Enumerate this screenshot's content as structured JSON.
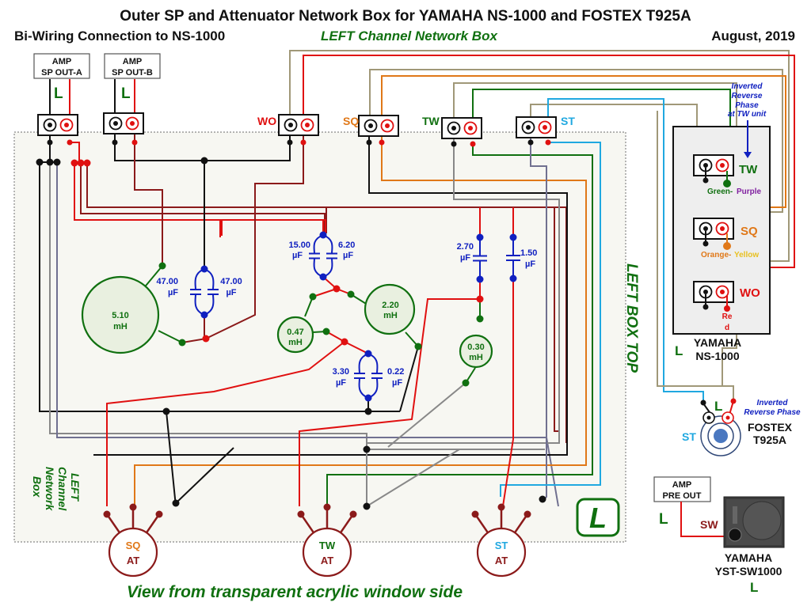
{
  "header": {
    "title": "Outer SP and Attenuator Network Box for YAMAHA NS-1000 and FOSTEX T925A",
    "subtitle_left": "Bi-Wiring Connection to NS-1000",
    "subtitle_center": "LEFT Channel Network Box",
    "date": "August, 2019"
  },
  "colors": {
    "black": "#111111",
    "red": "#e01010",
    "dark_red": "#8b1a1a",
    "green": "#107010",
    "orange": "#e07818",
    "cyan": "#20a8e0",
    "blue": "#1020c0",
    "tan": "#a09878",
    "gray": "#888888",
    "slate": "#707090",
    "purple": "#8020a0",
    "yellow": "#e8c020",
    "box_fill": "#f7f7f2",
    "coil_fill": "#e9f0e0",
    "speaker_panel": "#eeeeee"
  },
  "amps": {
    "a": {
      "line1": "AMP",
      "line2": "SP OUT-A",
      "channel": "L"
    },
    "b": {
      "line1": "AMP",
      "line2": "SP OUT-B",
      "channel": "L"
    },
    "pre": {
      "line1": "AMP",
      "line2": "PRE OUT",
      "channel": "L"
    }
  },
  "terminals": {
    "wo": "WO",
    "sq": "SQ",
    "tw": "TW",
    "st": "ST"
  },
  "components": {
    "l1": {
      "value": "5.10",
      "unit": "mH"
    },
    "c1": {
      "value": "47.00",
      "unit": "µF"
    },
    "c2": {
      "value": "47.00",
      "unit": "µF"
    },
    "c3": {
      "value": "15.00",
      "unit": "µF"
    },
    "c4": {
      "value": "6.20",
      "unit": "µF"
    },
    "l2": {
      "value": "2.20",
      "unit": "mH"
    },
    "l3": {
      "value": "0.47",
      "unit": "mH"
    },
    "c5": {
      "value": "3.30",
      "unit": "µF"
    },
    "c6": {
      "value": "0.22",
      "unit": "µF"
    },
    "c7": {
      "value": "2.70",
      "unit": "µF"
    },
    "c8": {
      "value": "1.50",
      "unit": "µF"
    },
    "l4": {
      "value": "0.30",
      "unit": "mH"
    }
  },
  "attenuators": [
    {
      "top": "SQ",
      "bottom": "AT"
    },
    {
      "top": "TW",
      "bottom": "AT"
    },
    {
      "top": "ST",
      "bottom": "AT"
    }
  ],
  "ns1000": {
    "note_line1": "Inverted",
    "note_line2": "Reverse",
    "note_line3": "Phase",
    "note_line4": "at TW unit",
    "tw_label": "TW",
    "tw_wire_a": "Green-",
    "tw_wire_b": "Purple",
    "sq_label": "SQ",
    "sq_wire_a": "Orange-",
    "sq_wire_b": "Yellow",
    "wo_label": "WO",
    "wo_wire_1": "Re",
    "wo_wire_2": "d",
    "channel": "L",
    "name_line1": "YAMAHA",
    "name_line2": "NS-1000"
  },
  "fostex": {
    "channel": "L",
    "label": "ST",
    "note_line1": "Inverted",
    "note_line2": "Reverse  Phase",
    "name_line1": "FOSTEX",
    "name_line2": "T925A"
  },
  "subwoofer": {
    "label": "SW",
    "name_line1": "YAMAHA",
    "name_line2": "YST-SW1000",
    "channel": "L"
  },
  "box_labels": {
    "side_line1": "LEFT",
    "side_line2": "Channel",
    "side_line3": "Network",
    "side_line4": "Box",
    "top_label": "LEFT BOX TOP",
    "badge": "L"
  },
  "footer": {
    "caption": "View from transparent acrylic  window side"
  }
}
